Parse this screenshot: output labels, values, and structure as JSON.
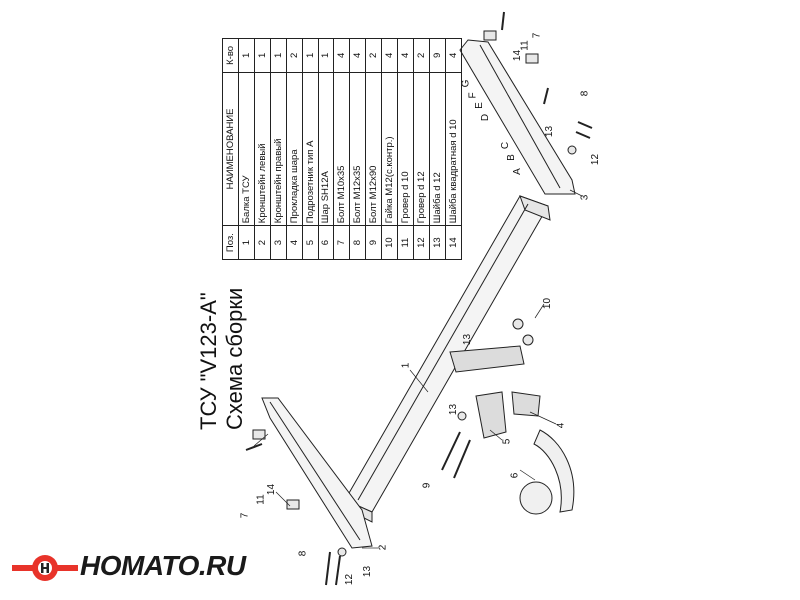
{
  "title": {
    "line1": "ТСУ \"V123-A\"",
    "line2": "Схема сборки"
  },
  "table": {
    "headers": [
      "Поз.",
      "НАИМЕНОВАНИЕ",
      "К-во"
    ],
    "rows": [
      [
        "1",
        "Балка ТСУ",
        "1"
      ],
      [
        "2",
        "Кронштейн левый",
        "1"
      ],
      [
        "3",
        "Кронштейн правый",
        "1"
      ],
      [
        "4",
        "Прокладка шара",
        "2"
      ],
      [
        "5",
        "Подрозетник тип А",
        "1"
      ],
      [
        "6",
        "Шар SH12A",
        "1"
      ],
      [
        "7",
        "Болт М10х35",
        "4"
      ],
      [
        "8",
        "Болт М12х35",
        "4"
      ],
      [
        "9",
        "Болт М12х90",
        "2"
      ],
      [
        "10",
        "Гайка М12(с.контр.)",
        "4"
      ],
      [
        "11",
        "Гровер d 10",
        "4"
      ],
      [
        "12",
        "Гровер d 12",
        "2"
      ],
      [
        "13",
        "Шайба d 12",
        "9"
      ],
      [
        "14",
        "Шайба квадратная d 10",
        "4"
      ]
    ]
  },
  "callouts": {
    "n1": "1",
    "n2": "2",
    "n3": "3",
    "n4": "4",
    "n5": "5",
    "n6": "6",
    "n7": "7",
    "n8": "8",
    "n9": "9",
    "n10": "10",
    "n11": "11",
    "n12": "12",
    "n13": "13",
    "n14": "14",
    "A": "A",
    "B": "B",
    "C": "C",
    "D": "D",
    "E": "E",
    "F": "F",
    "G": "G"
  },
  "logo": {
    "text": "HOMATO.RU",
    "icon": "homato-logo-icon",
    "accent": "#e8332a"
  },
  "colors": {
    "line": "#222222",
    "fill": "#f2f2f2"
  }
}
